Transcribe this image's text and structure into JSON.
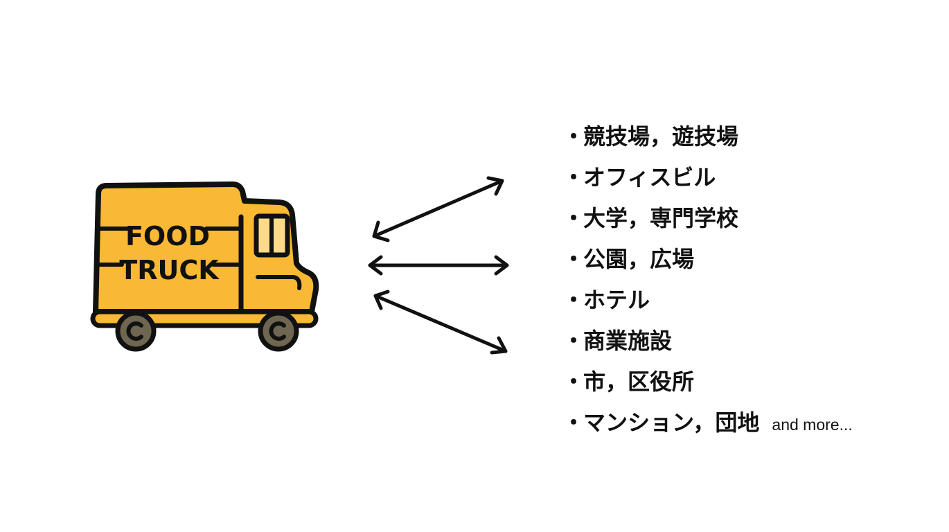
{
  "truck": {
    "line1": "FOOD",
    "line2": "TRUCK",
    "body_color": "#F9B934",
    "window_color": "#FDDA8A",
    "wheel_color": "#6E6650",
    "outline_color": "#111111"
  },
  "bullet": "・",
  "locations": [
    "競技場，遊技場",
    "オフィスビル",
    "大学，専門学校",
    "公園，広場",
    "ホテル",
    "商業施設",
    "市，区役所",
    "マンション，団地"
  ],
  "more_label": "and more..."
}
